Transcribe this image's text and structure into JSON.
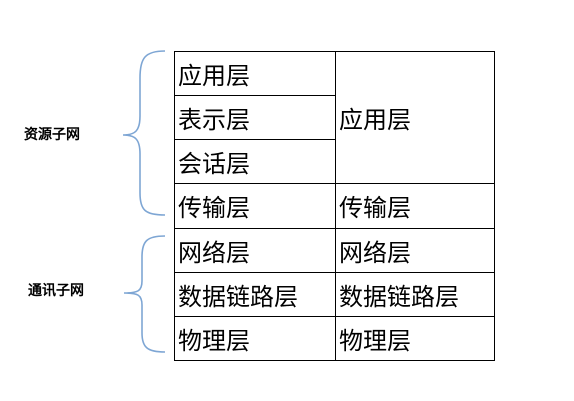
{
  "groups": {
    "resource_subnet": "资源子网",
    "comm_subnet": "通讯子网"
  },
  "osi_layers": [
    "应用层",
    "表示层",
    "会话层",
    "传输层",
    "网络层",
    "数据链路层",
    "物理层"
  ],
  "tcpip_layers": [
    "应用层",
    "传输层",
    "网络层",
    "数据链路层",
    "物理层"
  ],
  "colors": {
    "brace": "#7ea6d4",
    "border": "#000000",
    "text": "#000000"
  }
}
